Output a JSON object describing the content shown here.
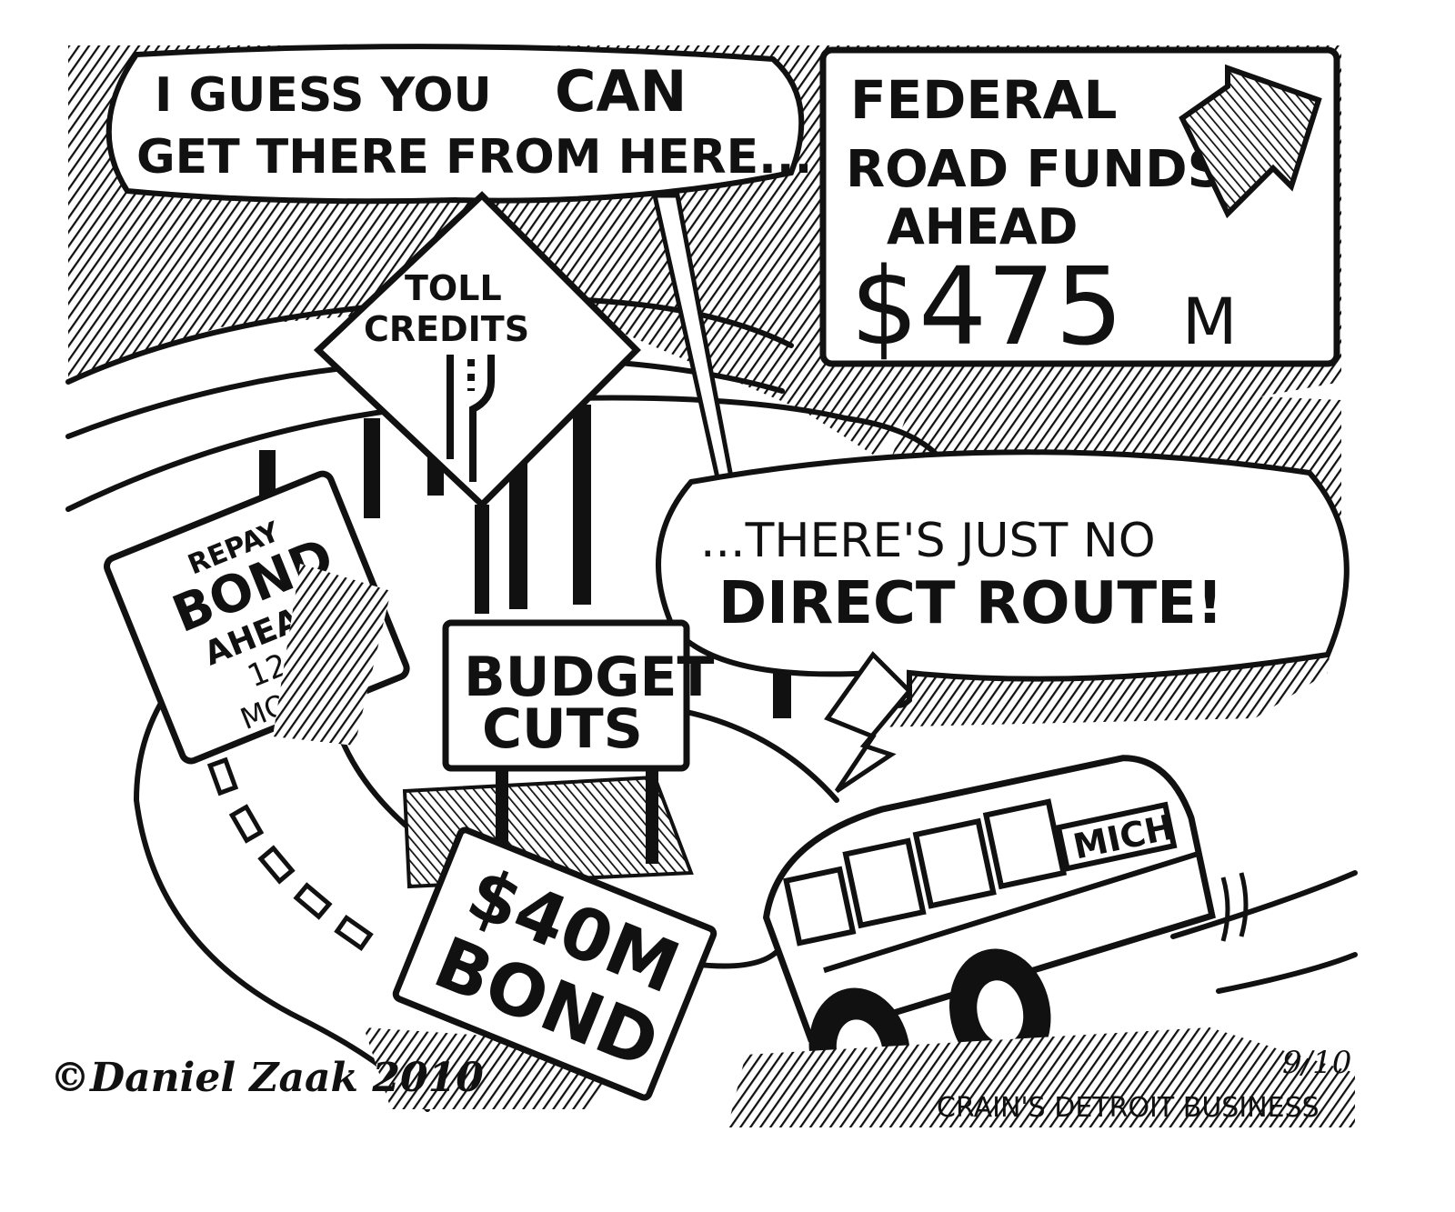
{
  "bubble_top": {
    "line1_prefix": "I GUESS YOU",
    "line1_emphasis": "CAN",
    "line2": "GET THERE FROM HERE..."
  },
  "bubble_bottom": {
    "line1": "...THERE'S JUST NO",
    "line2": "DIRECT ROUTE!"
  },
  "sign_federal": {
    "line1": "FEDERAL",
    "line2": "ROAD FUNDS",
    "line3": "AHEAD",
    "amount": "$475",
    "unit": "M"
  },
  "sign_toll": {
    "line1": "TOLL",
    "line2": "CREDITS"
  },
  "sign_repay": {
    "line1": "REPAY",
    "line2": "BOND",
    "line3": "AHEAD",
    "line4": "12",
    "line5": "MOS."
  },
  "sign_budget": {
    "line1": "BUDGET",
    "line2": "CUTS"
  },
  "sign_bond40": {
    "line1": "$40M",
    "line2": "BOND"
  },
  "van": {
    "label": "MICH"
  },
  "signature": "©Daniel Zaak 2010",
  "date": "9/10",
  "publisher": "CRAIN'S DETROIT BUSINESS",
  "colors": {
    "ink": "#111111",
    "paper": "#ffffff"
  }
}
